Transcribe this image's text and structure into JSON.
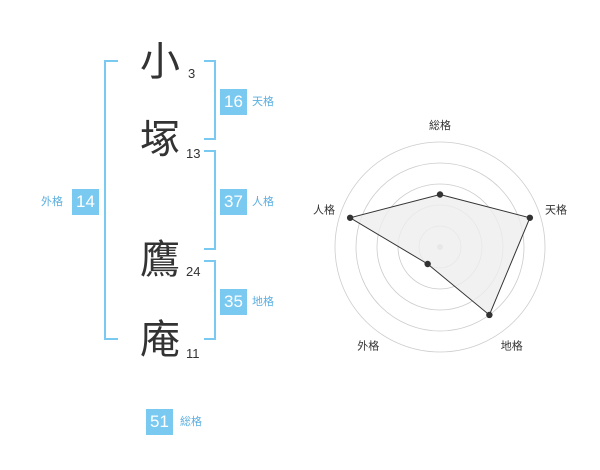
{
  "name": {
    "characters": [
      {
        "char": "小",
        "strokes": "3"
      },
      {
        "char": "塚",
        "strokes": "13"
      },
      {
        "char": "鷹",
        "strokes": "24"
      },
      {
        "char": "庵",
        "strokes": "11"
      }
    ]
  },
  "fortunes": {
    "tenkaku": {
      "value": "16",
      "label": "天格"
    },
    "jinkaku": {
      "value": "37",
      "label": "人格"
    },
    "chikaku": {
      "value": "35",
      "label": "地格"
    },
    "gaikaku": {
      "value": "14",
      "label": "外格"
    },
    "soukaku": {
      "value": "51",
      "label": "総格"
    }
  },
  "chart_data": {
    "type": "radar",
    "axes": [
      "総格",
      "天格",
      "地格",
      "外格",
      "人格"
    ],
    "values": [
      2.5,
      4.5,
      4,
      1,
      4.5
    ],
    "max": 5,
    "rings": 5
  },
  "colors": {
    "accent": "#7ac9f0",
    "accent_text": "#5aaee0",
    "radar_fill": "#eeeeee",
    "radar_line": "#333333",
    "grid": "#cccccc"
  }
}
